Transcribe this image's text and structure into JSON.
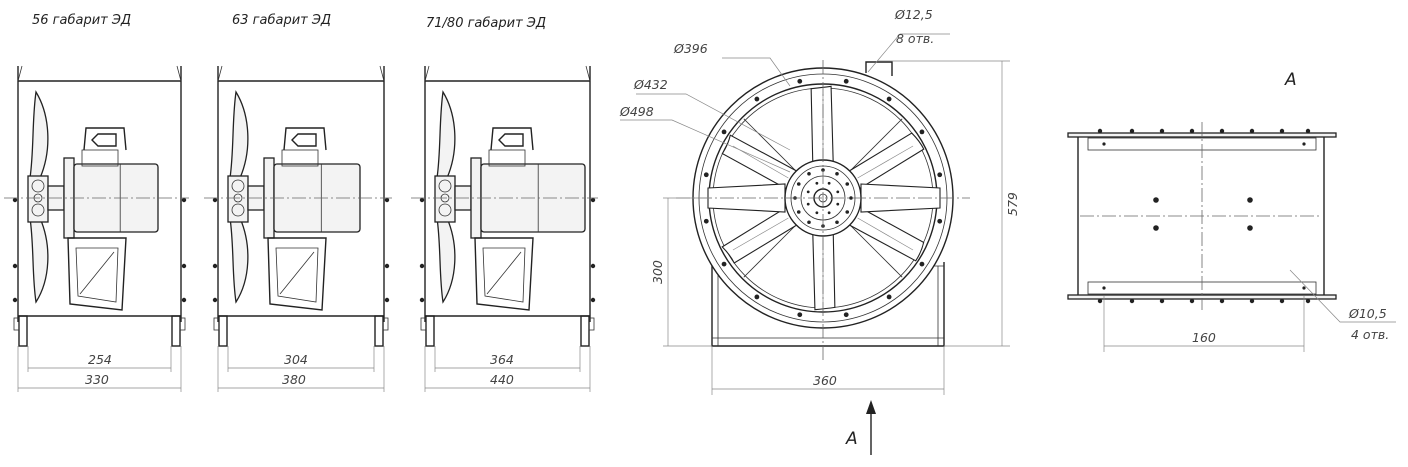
{
  "views": [
    {
      "title": "56 габарит ЭД",
      "inner_dim": "254",
      "outer_dim": "330"
    },
    {
      "title": "63 габарит ЭД",
      "inner_dim": "304",
      "outer_dim": "380"
    },
    {
      "title": "71/80 габарит ЭД",
      "inner_dim": "364",
      "outer_dim": "440"
    }
  ],
  "front": {
    "hole_dia": "Ø12,5",
    "hole_count": "8 отв.",
    "d396": "Ø396",
    "d432": "Ø432",
    "d498": "Ø498",
    "height_total": "579",
    "height_axis": "300",
    "width_base": "360",
    "arrow_label": "A"
  },
  "side": {
    "label": "A",
    "hole_dia": "Ø10,5",
    "hole_count": "4 отв.",
    "width": "160"
  }
}
